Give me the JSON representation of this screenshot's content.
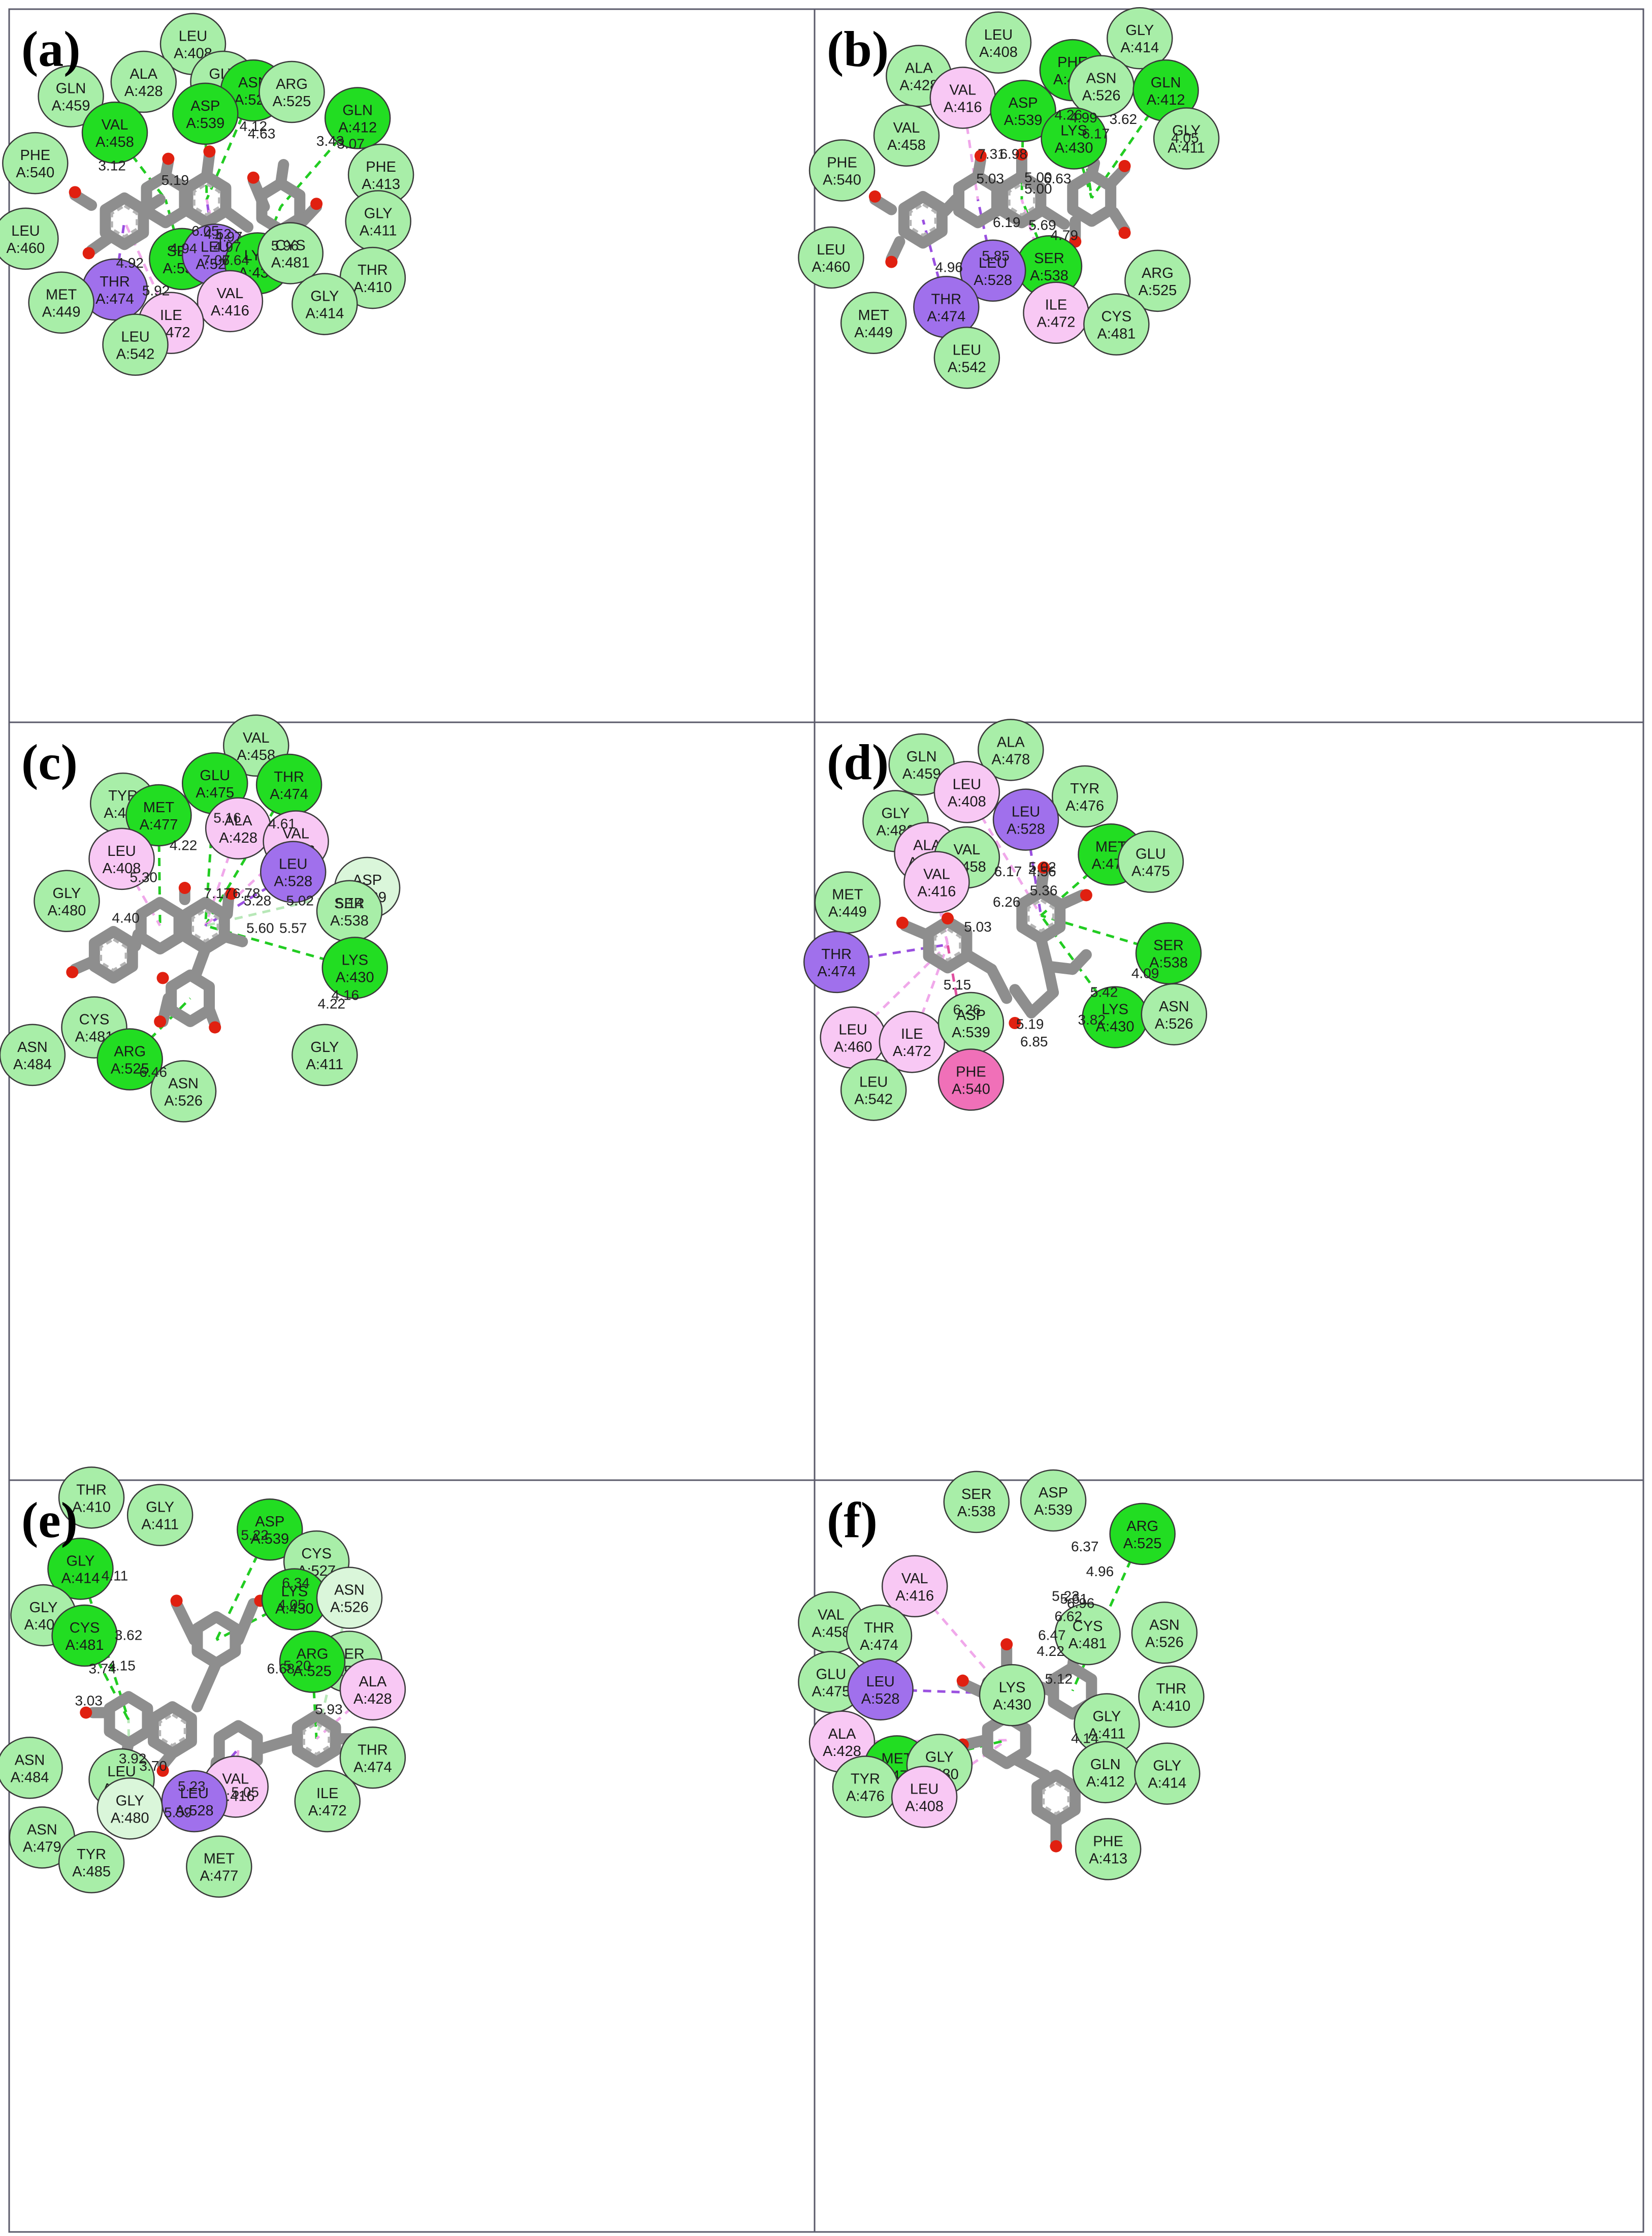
{
  "panels": [
    {
      "label": "(a)",
      "residues": [
        {
          "text": "LEU\nA:408",
          "type": "vdw"
        },
        {
          "text": "GLN\nA:459",
          "type": "vdw"
        },
        {
          "text": "ALA\nA:428",
          "type": "vdw"
        },
        {
          "text": "GLY\nA:480",
          "type": "vdw"
        },
        {
          "text": "ASN\nA:526",
          "type": "hbond"
        },
        {
          "text": "ARG\nA:525",
          "type": "vdw"
        },
        {
          "text": "GLN\nA:412",
          "type": "hbond"
        },
        {
          "text": "ASP\nA:539",
          "type": "hbond"
        },
        {
          "text": "VAL\nA:458",
          "type": "hbond"
        },
        {
          "text": "PHE\nA:540",
          "type": "vdw"
        },
        {
          "text": "PHE\nA:413",
          "type": "vdw"
        },
        {
          "text": "LEU\nA:460",
          "type": "vdw"
        },
        {
          "text": "GLY\nA:411",
          "type": "vdw"
        },
        {
          "text": "SER\nA:538",
          "type": "hbond"
        },
        {
          "text": "LEU\nA:528",
          "type": "pisigma"
        },
        {
          "text": "LYS\nA:430",
          "type": "hbond"
        },
        {
          "text": "CYS\nA:481",
          "type": "vdw"
        },
        {
          "text": "THR\nA:410",
          "type": "vdw"
        },
        {
          "text": "THR\nA:474",
          "type": "pisigma"
        },
        {
          "text": "MET\nA:449",
          "type": "vdw"
        },
        {
          "text": "VAL\nA:416",
          "type": "alkyl"
        },
        {
          "text": "GLY\nA:414",
          "type": "vdw"
        },
        {
          "text": "ILE\nA:472",
          "type": "alkyl"
        },
        {
          "text": "LEU\nA:542",
          "type": "vdw"
        }
      ],
      "distances": [
        "3.12",
        "5.19",
        "4.12",
        "4.63",
        "3.43",
        "3.07",
        "6.05",
        "4.52",
        "4.97",
        "4.97",
        "4.94",
        "7.07",
        "6.64",
        "5.96",
        "4.92",
        "5.92"
      ]
    },
    {
      "label": "(b)",
      "residues": [
        {
          "text": "LEU\nA:408",
          "type": "vdw"
        },
        {
          "text": "GLY\nA:414",
          "type": "vdw"
        },
        {
          "text": "ALA\nA:428",
          "type": "vdw"
        },
        {
          "text": "PHE\nA:413",
          "type": "hbond"
        },
        {
          "text": "VAL\nA:416",
          "type": "alkyl"
        },
        {
          "text": "ASN\nA:526",
          "type": "vdw"
        },
        {
          "text": "GLN\nA:412",
          "type": "hbond"
        },
        {
          "text": "ASP\nA:539",
          "type": "hbond"
        },
        {
          "text": "VAL\nA:458",
          "type": "vdw"
        },
        {
          "text": "LYS\nA:430",
          "type": "hbond"
        },
        {
          "text": "GLY\nA:411",
          "type": "vdw"
        },
        {
          "text": "PHE\nA:540",
          "type": "vdw"
        },
        {
          "text": "LEU\nA:460",
          "type": "vdw"
        },
        {
          "text": "SER\nA:538",
          "type": "hbond"
        },
        {
          "text": "LEU\nA:528",
          "type": "pisigma"
        },
        {
          "text": "ARG\nA:525",
          "type": "vdw"
        },
        {
          "text": "THR\nA:474",
          "type": "pisigma"
        },
        {
          "text": "ILE\nA:472",
          "type": "alkyl"
        },
        {
          "text": "MET\nA:449",
          "type": "vdw"
        },
        {
          "text": "CYS\nA:481",
          "type": "vdw"
        },
        {
          "text": "LEU\nA:542",
          "type": "vdw"
        }
      ],
      "distances": [
        "4.26",
        "4.99",
        "3.62",
        "6.17",
        "4.05",
        "7.31",
        "6.98",
        "5.03",
        "5.00",
        "5.00",
        "6.63",
        "6.19",
        "5.69",
        "4.79",
        "4.96",
        "5.85"
      ]
    },
    {
      "label": "(c)",
      "residues": [
        {
          "text": "VAL\nA:458",
          "type": "vdw"
        },
        {
          "text": "GLU\nA:475",
          "type": "hbond"
        },
        {
          "text": "THR\nA:474",
          "type": "hbond"
        },
        {
          "text": "TYR\nA:476",
          "type": "vdw"
        },
        {
          "text": "MET\nA:477",
          "type": "hbond"
        },
        {
          "text": "ALA\nA:428",
          "type": "alkyl"
        },
        {
          "text": "VAL\nA:416",
          "type": "alkyl"
        },
        {
          "text": "LEU\nA:408",
          "type": "alkyl"
        },
        {
          "text": "LEU\nA:528",
          "type": "pisigma"
        },
        {
          "text": "ASP\nA:539",
          "type": "weak"
        },
        {
          "text": "GLY\nA:480",
          "type": "vdw"
        },
        {
          "text": "SER\nA:538",
          "type": "vdw"
        },
        {
          "text": "LYS\nA:430",
          "type": "hbond"
        },
        {
          "text": "CYS\nA:481",
          "type": "vdw"
        },
        {
          "text": "ASN\nA:484",
          "type": "vdw"
        },
        {
          "text": "ARG\nA:525",
          "type": "hbond"
        },
        {
          "text": "GLY\nA:411",
          "type": "vdw"
        },
        {
          "text": "ASN\nA:526",
          "type": "vdw"
        }
      ],
      "distances": [
        "5.16",
        "4.61",
        "4.22",
        "7.17",
        "6.78",
        "5.28",
        "5.02",
        "5.30",
        "5.60",
        "5.57",
        "5.14",
        "4.40",
        "4.16",
        "4.22",
        "6.46"
      ]
    },
    {
      "label": "(d)",
      "residues": [
        {
          "text": "ALA\nA:478",
          "type": "vdw"
        },
        {
          "text": "GLN\nA:459",
          "type": "vdw"
        },
        {
          "text": "LEU\nA:408",
          "type": "alkyl"
        },
        {
          "text": "TYR\nA:476",
          "type": "vdw"
        },
        {
          "text": "GLY\nA:480",
          "type": "vdw"
        },
        {
          "text": "LEU\nA:528",
          "type": "pisigma"
        },
        {
          "text": "ALA\nA:428",
          "type": "alkyl"
        },
        {
          "text": "VAL\nA:458",
          "type": "vdw"
        },
        {
          "text": "MET\nA:477",
          "type": "hbond"
        },
        {
          "text": "GLU\nA:475",
          "type": "vdw"
        },
        {
          "text": "VAL\nA:416",
          "type": "alkyl"
        },
        {
          "text": "MET\nA:449",
          "type": "vdw"
        },
        {
          "text": "THR\nA:474",
          "type": "pisigma"
        },
        {
          "text": "SER\nA:538",
          "type": "hbond"
        },
        {
          "text": "LEU\nA:460",
          "type": "alkyl"
        },
        {
          "text": "ILE\nA:472",
          "type": "alkyl"
        },
        {
          "text": "ASP\nA:539",
          "type": "vdw"
        },
        {
          "text": "LYS\nA:430",
          "type": "hbond"
        },
        {
          "text": "ASN\nA:526",
          "type": "vdw"
        },
        {
          "text": "LEU\nA:542",
          "type": "vdw"
        },
        {
          "text": "PHE\nA:540",
          "type": "pipi"
        }
      ],
      "distances": [
        "6.17",
        "5.02",
        "4.56",
        "5.36",
        "6.26",
        "5.03",
        "5.15",
        "6.26",
        "5.19",
        "6.85",
        "4.09",
        "5.42",
        "3.82"
      ]
    },
    {
      "label": "(e)",
      "residues": [
        {
          "text": "THR\nA:410",
          "type": "vdw"
        },
        {
          "text": "GLY\nA:411",
          "type": "vdw"
        },
        {
          "text": "ASP\nA:539",
          "type": "hbond"
        },
        {
          "text": "GLY\nA:414",
          "type": "hbond"
        },
        {
          "text": "CYS\nA:527",
          "type": "vdw"
        },
        {
          "text": "LYS\nA:430",
          "type": "hbond"
        },
        {
          "text": "ASN\nA:526",
          "type": "weak"
        },
        {
          "text": "GLY\nA:409",
          "type": "vdw"
        },
        {
          "text": "CYS\nA:481",
          "type": "hbond"
        },
        {
          "text": "SER\nA:538",
          "type": "vdw"
        },
        {
          "text": "ARG\nA:525",
          "type": "hbond"
        },
        {
          "text": "ALA\nA:428",
          "type": "alkyl"
        },
        {
          "text": "THR\nA:474",
          "type": "vdw"
        },
        {
          "text": "ASN\nA:484",
          "type": "vdw"
        },
        {
          "text": "LEU\nA:408",
          "type": "vdw"
        },
        {
          "text": "GLY\nA:480",
          "type": "weak"
        },
        {
          "text": "VAL\nA:416",
          "type": "alkyl"
        },
        {
          "text": "LEU\nA:528",
          "type": "pisigma"
        },
        {
          "text": "ILE\nA:472",
          "type": "vdw"
        },
        {
          "text": "ASN\nA:479",
          "type": "vdw"
        },
        {
          "text": "TYR\nA:485",
          "type": "vdw"
        },
        {
          "text": "MET\nA:477",
          "type": "vdw"
        }
      ],
      "distances": [
        "5.22",
        "4.11",
        "6.34",
        "4.05",
        "3.62",
        "4.15",
        "6.68",
        "5.20",
        "3.74",
        "5.93",
        "3.03",
        "3.92",
        "3.70",
        "5.59",
        "5.23",
        "5.05"
      ]
    },
    {
      "label": "(f)",
      "residues": [
        {
          "text": "SER\nA:538",
          "type": "vdw"
        },
        {
          "text": "ASP\nA:539",
          "type": "vdw"
        },
        {
          "text": "ARG\nA:525",
          "type": "hbond"
        },
        {
          "text": "VAL\nA:416",
          "type": "alkyl"
        },
        {
          "text": "VAL\nA:458",
          "type": "vdw"
        },
        {
          "text": "THR\nA:474",
          "type": "vdw"
        },
        {
          "text": "ASN\nA:526",
          "type": "vdw"
        },
        {
          "text": "CYS\nA:481",
          "type": "vdw"
        },
        {
          "text": "GLU\nA:475",
          "type": "vdw"
        },
        {
          "text": "LEU\nA:528",
          "type": "pisigma"
        },
        {
          "text": "LYS\nA:430",
          "type": "vdw"
        },
        {
          "text": "THR\nA:410",
          "type": "vdw"
        },
        {
          "text": "ALA\nA:428",
          "type": "alkyl"
        },
        {
          "text": "GLY\nA:411",
          "type": "vdw"
        },
        {
          "text": "MET\nA:477",
          "type": "hbond"
        },
        {
          "text": "GLY\nA:480",
          "type": "vdw"
        },
        {
          "text": "GLN\nA:412",
          "type": "vdw"
        },
        {
          "text": "GLY\nA:414",
          "type": "vdw"
        },
        {
          "text": "TYR\nA:476",
          "type": "vdw"
        },
        {
          "text": "LEU\nA:408",
          "type": "alkyl"
        },
        {
          "text": "PHE\nA:413",
          "type": "vdw"
        }
      ],
      "distances": [
        "6.37",
        "4.96",
        "5.23",
        "5.61",
        "6.96",
        "6.62",
        "6.47",
        "4.22",
        "5.12",
        "4.14"
      ]
    }
  ],
  "colors": {
    "hbond": "#22dd22",
    "vdw": "#a8eea8",
    "alkyl": "#f8c8f4",
    "pisigma": "#a070ec",
    "pipi": "#f070b8",
    "weak": "#daf6da",
    "stick": "#8e8e8e",
    "oxygen": "#e02010",
    "border": "#5a5a6a"
  }
}
